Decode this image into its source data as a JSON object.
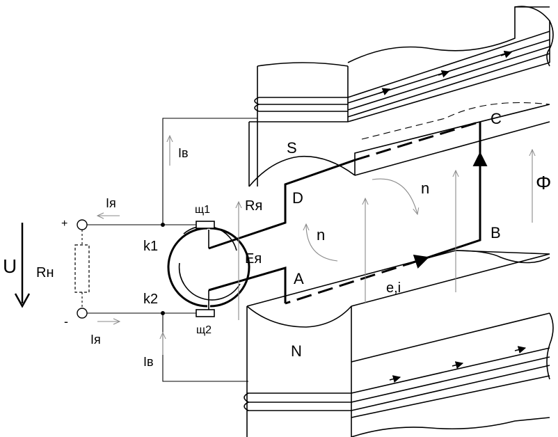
{
  "labels": {
    "pole_s": "S",
    "pole_n": "N",
    "point_a": "A",
    "point_b": "B",
    "point_c": "C",
    "point_d": "D",
    "node_k1": "k1",
    "node_k2": "k2",
    "brush1": "щ1",
    "brush2": "щ2",
    "armature_resistance": "Rя",
    "armature_emf": "Eя",
    "load_resistance": "Rн",
    "voltage": "U",
    "flux": "Φ",
    "rotation_1": "n",
    "rotation_2": "n",
    "emf_current": "e,i",
    "armature_current_top": "Iя",
    "armature_current_bottom": "Iя",
    "field_current_top": "Iв",
    "field_current_bottom": "Iв",
    "plus_sign": "+",
    "minus_sign": "-"
  },
  "colors": {
    "line": "#000000",
    "arrow_gray": "#8a8a8a",
    "background": "#ffffff"
  }
}
